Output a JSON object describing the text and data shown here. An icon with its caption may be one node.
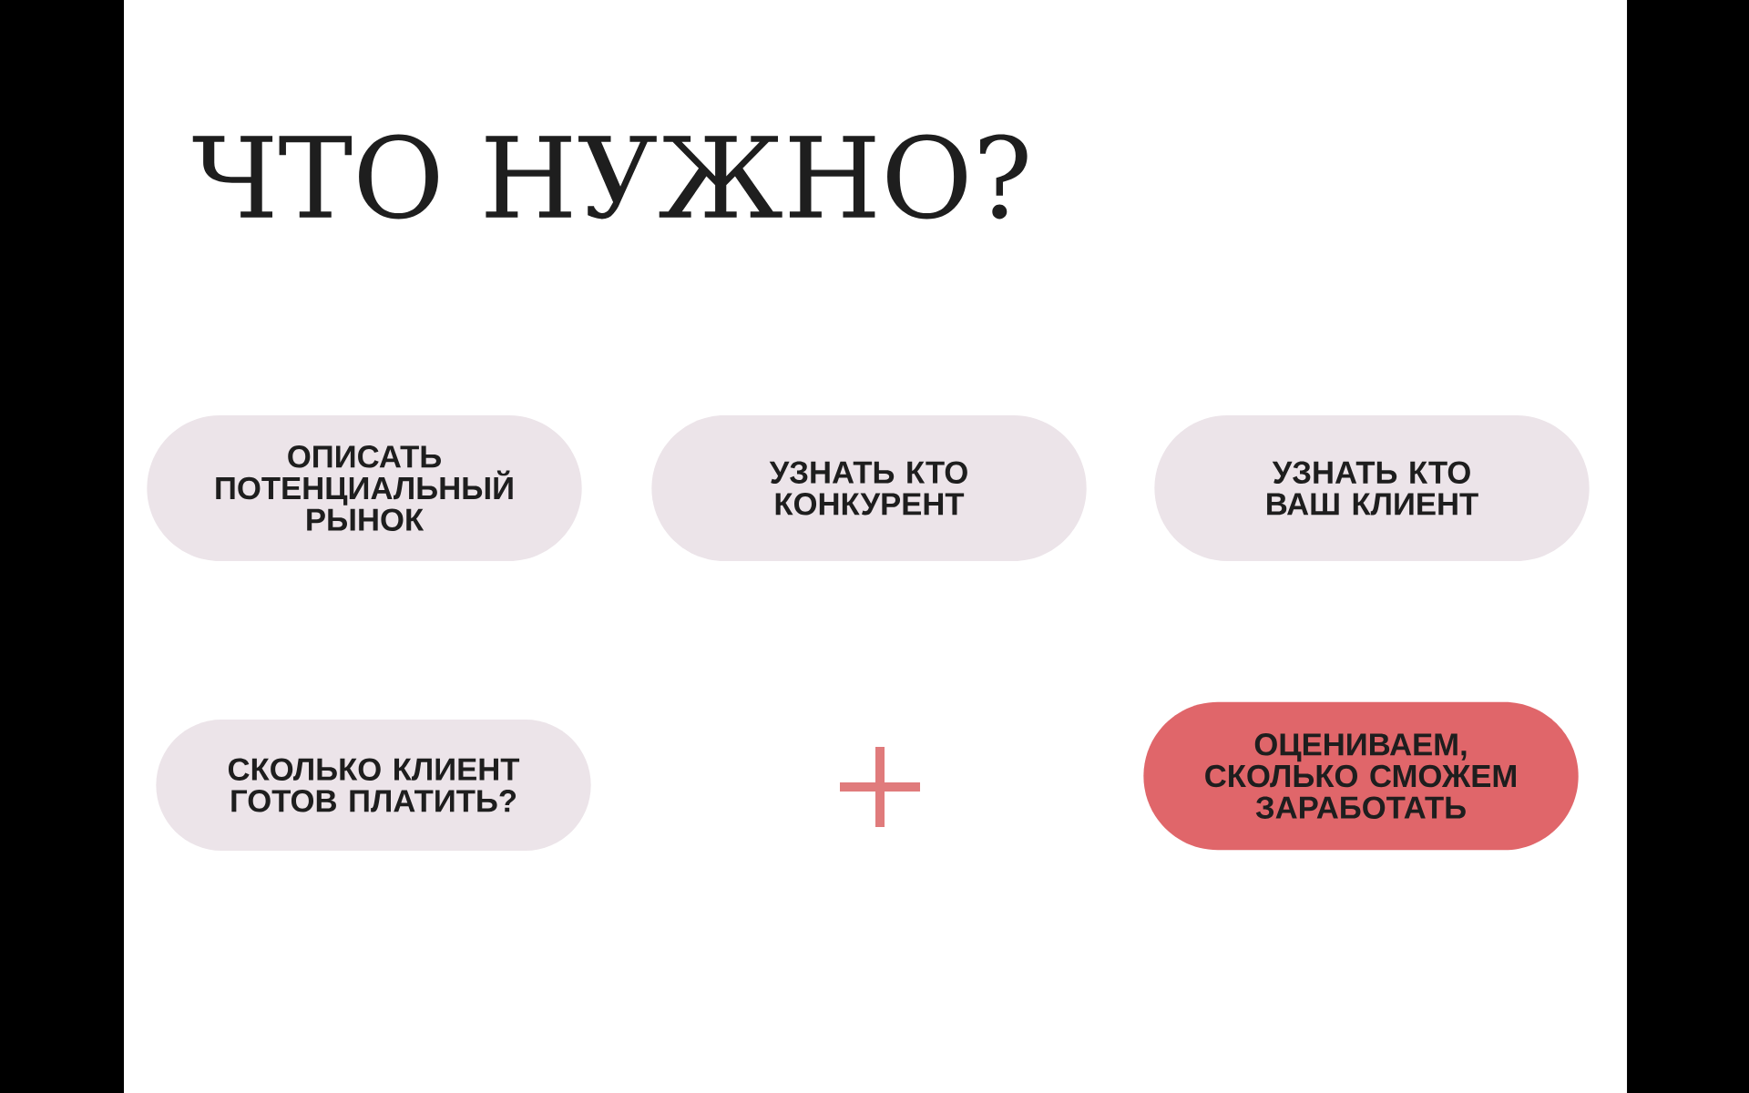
{
  "diagram": {
    "title": "ЧТО НУЖНО?",
    "nodes": [
      {
        "text": [
          "ОПИСАТЬ ПОТЕНЦИАЛЬНЫЙ РЫНОК"
        ]
      },
      {
        "text": [
          "УЗНАТЬ КТО КОНКУРЕНТ"
        ]
      },
      {
        "text": [
          "УЗНАТЬ КТО ВАШ КЛИЕНТ"
        ]
      },
      {
        "text": [
          "СКОЛЬКО КЛИЕНТ ГОТОВ ПЛАТИТЬ?"
        ]
      },
      {
        "text": [
          "ОЦЕНИВАЕМ, СКОЛЬКО СМОЖЕМ ЗАРАБОТАТЬ"
        ]
      }
    ]
  }
}
